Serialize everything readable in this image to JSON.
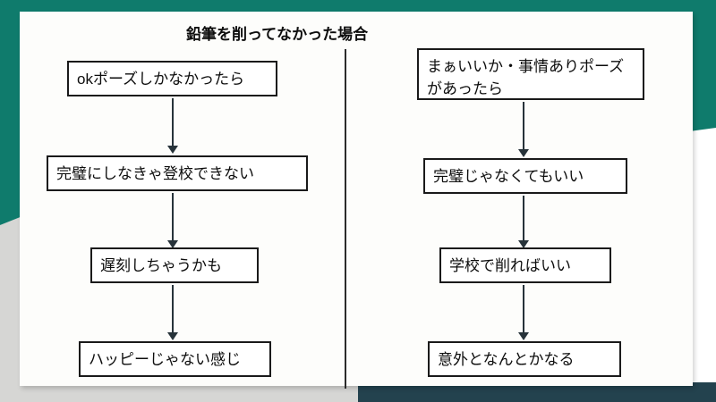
{
  "slide": {
    "title": "鉛筆を削ってなかった場合",
    "colors": {
      "teal": "#0f7b6c",
      "navy": "#23424e",
      "gray": "#d6d6d4",
      "card": "#fdfdfb",
      "box_border": "#1a1a1a",
      "text": "#0d0d0d",
      "arrow": "#27333a"
    }
  },
  "columns": [
    {
      "id": "left",
      "nodes": [
        {
          "label": "okポーズしかなかったら"
        },
        {
          "label": "完璧にしなきゃ登校できない"
        },
        {
          "label": "遅刻しちゃうかも"
        },
        {
          "label": "ハッピーじゃない感じ"
        }
      ]
    },
    {
      "id": "right",
      "nodes": [
        {
          "label": "まぁいいか・事情ありポーズがあったら"
        },
        {
          "label": "完璧じゃなくてもいい"
        },
        {
          "label": "学校で削ればいい"
        },
        {
          "label": "意外となんとかなる"
        }
      ]
    }
  ]
}
